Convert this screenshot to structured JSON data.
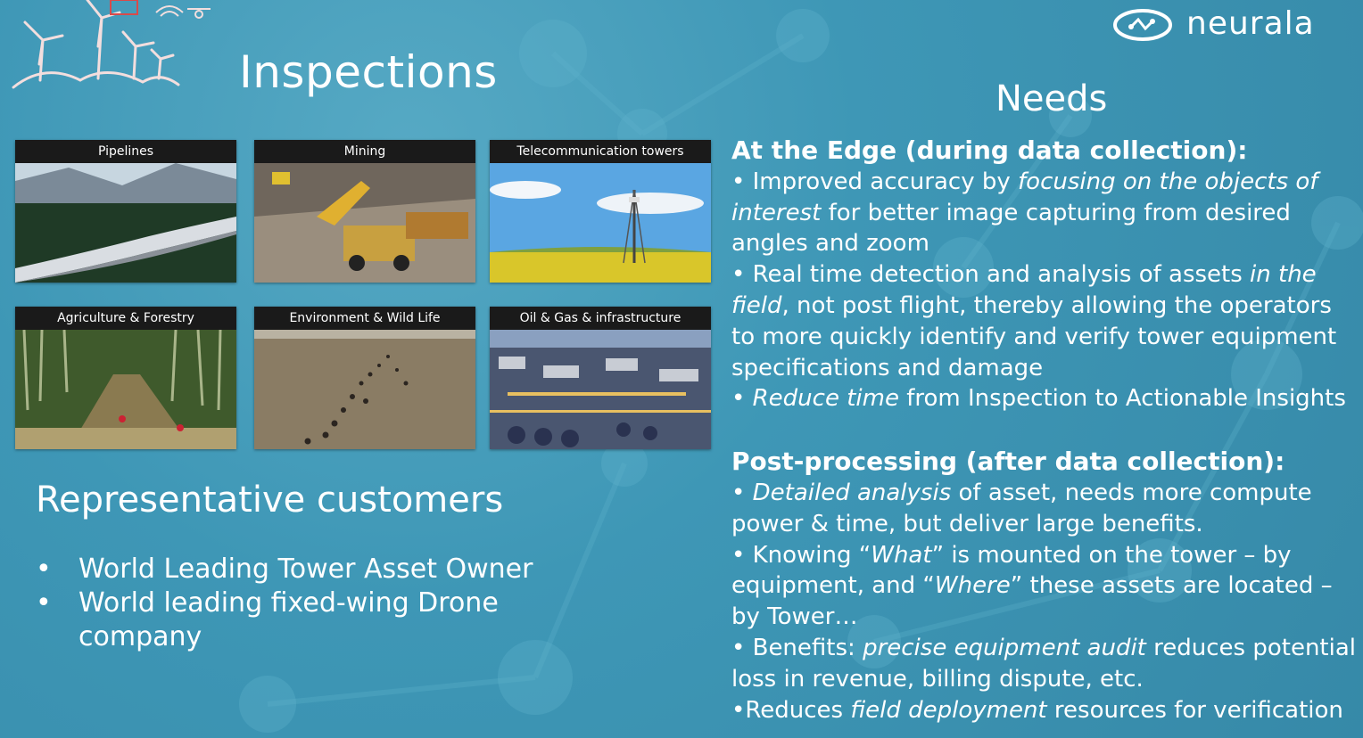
{
  "slide": {
    "title": "Inspections",
    "brand": "neurala",
    "needs_title": "Needs"
  },
  "tiles": [
    {
      "label": "Pipelines"
    },
    {
      "label": "Mining"
    },
    {
      "label": "Telecommunication towers"
    },
    {
      "label": "Agriculture & Forestry"
    },
    {
      "label": "Environment & Wild Life"
    },
    {
      "label": "Oil & Gas & infrastructure"
    }
  ],
  "customers": {
    "title": "Representative customers",
    "bullet": "•",
    "items": [
      "World Leading Tower Asset Owner",
      "World leading fixed-wing Drone company"
    ]
  },
  "edge": {
    "heading": "At the Edge (during data collection):",
    "p1": {
      "a": "• Improved accuracy by ",
      "b": "focusing on the objects of interest",
      "c": " for better image capturing from desired angles and zoom"
    },
    "p2": {
      "a": "• Real time detection and analysis of assets ",
      "b": "in the field",
      "c": ", not post flight, thereby allowing the operators to more quickly identify and verify tower equipment specifications and damage"
    },
    "p3": {
      "a": "• ",
      "b": "Reduce time",
      "c": " from Inspection to Actionable Insights"
    }
  },
  "post": {
    "heading": "Post-processing (after data collection):",
    "p1": {
      "a": "• ",
      "b": "Detailed analysis",
      "c": " of asset, needs more compute power & time, but deliver large benefits."
    },
    "p2": {
      "a": "• Knowing “",
      "b": "What",
      "c": "” is mounted on the tower – by equipment, and “",
      "d": "Where",
      "e": "” these assets are located – by Tower…"
    },
    "p3": {
      "a": "• Benefits: ",
      "b": "precise equipment audit",
      "c": " reduces potential loss in revenue, billing dispute, etc."
    },
    "p4": {
      "a": "•Reduces ",
      "b": "field deployment",
      "c": " resources for verification"
    }
  }
}
